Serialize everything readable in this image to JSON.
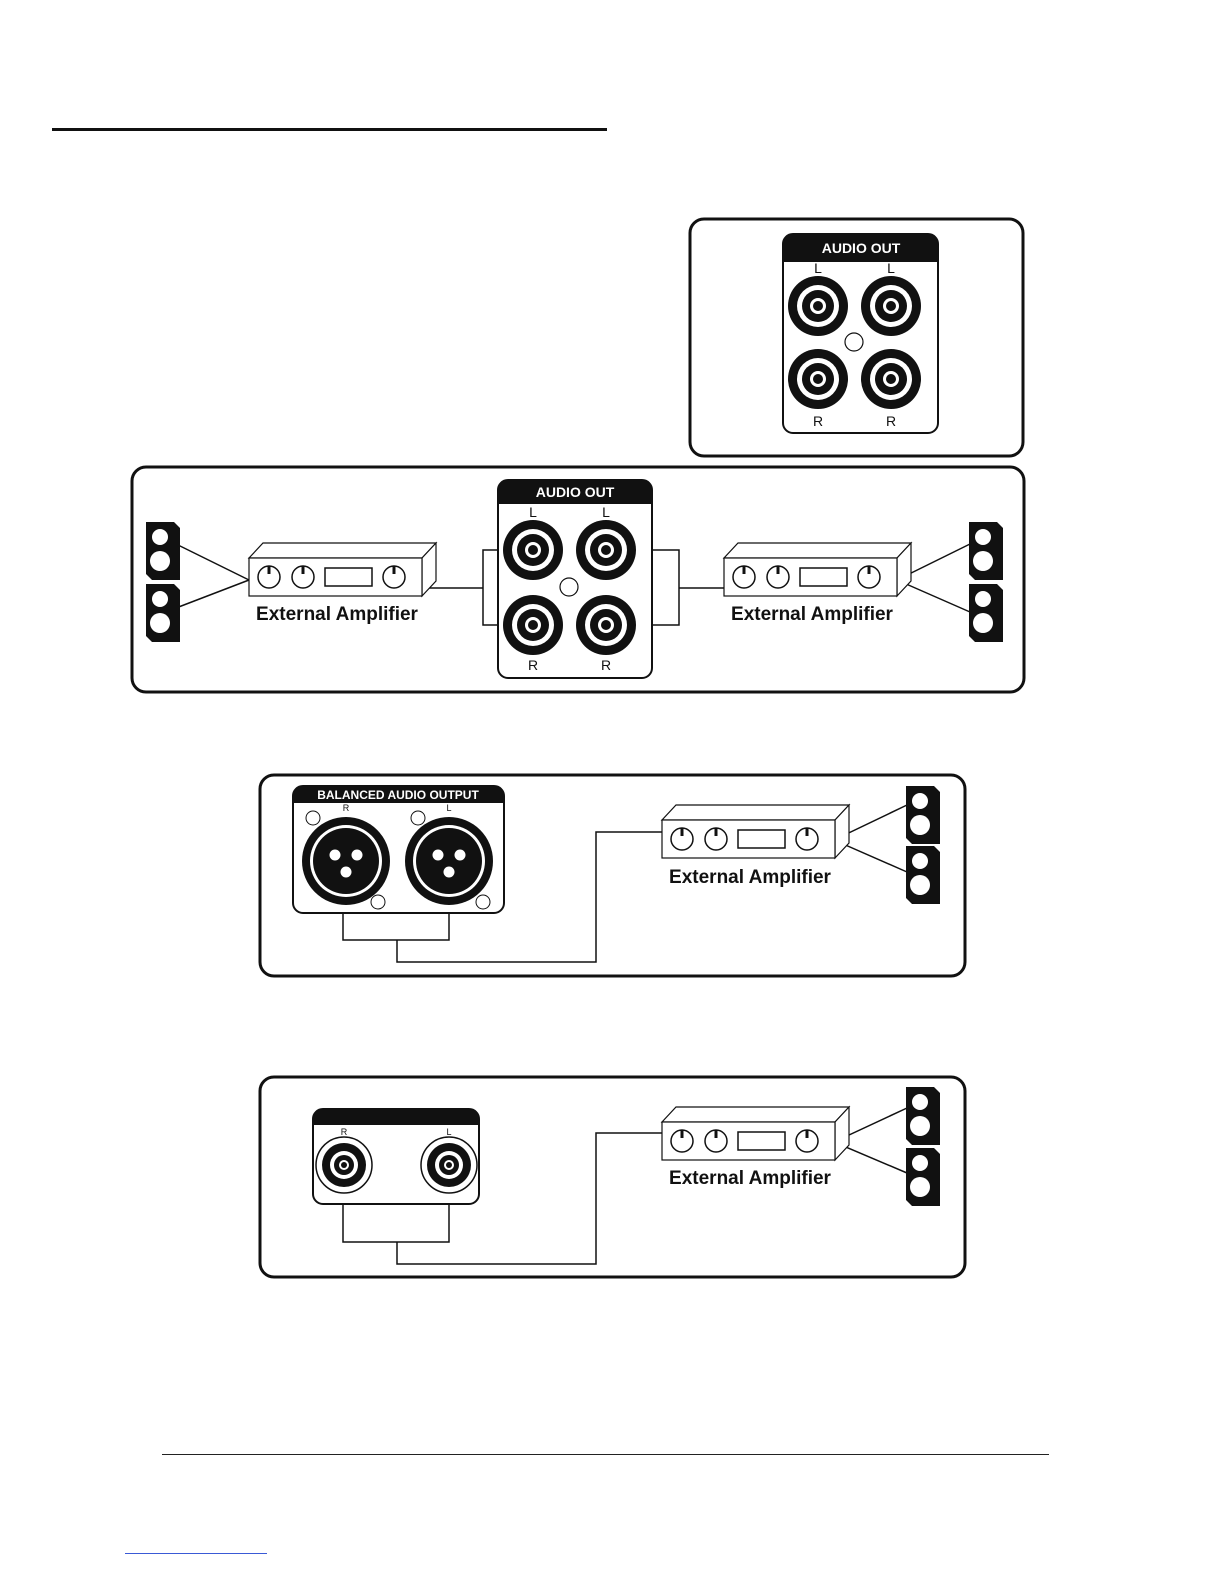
{
  "panel_top": {
    "audio_out_label": "AUDIO OUT",
    "left_labels": [
      "L",
      "L"
    ],
    "right_labels": [
      "R",
      "R"
    ]
  },
  "panel_rca": {
    "audio_out_label": "AUDIO OUT",
    "left_labels": [
      "L",
      "L"
    ],
    "right_labels": [
      "R",
      "R"
    ],
    "amp_left_label": "External Amplifier",
    "amp_right_label": "External Amplifier"
  },
  "panel_balanced": {
    "header": "BALANCED AUDIO OUTPUT",
    "r_label": "R",
    "l_label": "L",
    "amp_label": "External Amplifier"
  },
  "panel_unbalanced": {
    "r_label": "R",
    "l_label": "L",
    "amp_label": "External Amplifier"
  },
  "colors": {
    "ink": "#111111",
    "link": "#3a5ad6"
  }
}
